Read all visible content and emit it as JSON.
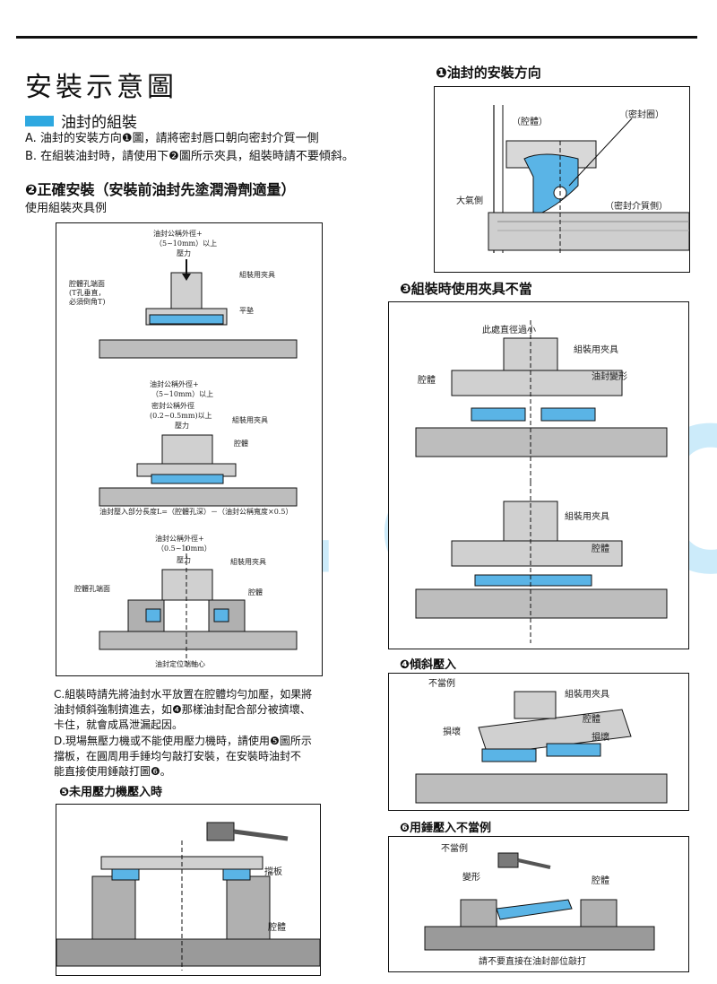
{
  "header": {
    "title": "安裝示意圖",
    "section_title": "油封的組裝",
    "line_a": "A. 油封的安裝方向❶圖，請將密封唇口朝向密封介質一側",
    "line_b": "B. 在組裝油封時，請使用下❷圖所示夾具，組裝時請不要傾斜。",
    "h2": "❷正確安裝（安裝前油封先塗潤滑劑適量）",
    "h2_sub": "使用組裝夾具例"
  },
  "fig1": {
    "title": "❶油封的安裝方向",
    "labels": {
      "housing": "（腔體）",
      "ring": "（密封圈）",
      "air_side": "大氣側",
      "medium_side": "（密封介質側）"
    }
  },
  "fig2": {
    "labels": {
      "d1_line1": "油封公稱外徑+",
      "d1_line2": "（5~10mm）以上",
      "press1": "壓力",
      "chamfer_line1": "腔體孔端面",
      "chamfer_line2": "(T孔垂直，",
      "chamfer_line3": "必須倒角T)",
      "jig1": "組裝用夾具",
      "flat": "平墊",
      "d2_line1": "油封公稱外徑+",
      "d2_line2": "（5~10mm）以上",
      "d3_line1": "密封公稱外徑",
      "d3_line2": "(0.2~0.5mm)以上",
      "press2": "壓力",
      "jig2": "組裝用夾具",
      "housing2": "腔體",
      "formula": "油封壓入部分長度L=（腔體孔深）－（油封公稱寬度×0.5）",
      "d4_line1": "油封公稱外徑+",
      "d4_line2": "（0.5~10mm）",
      "press3": "壓力",
      "jig3": "組裝用夾具",
      "bore_end": "腔體孔端面",
      "housing3": "腔體",
      "axis": "油封定位端軸心"
    }
  },
  "fig3": {
    "title": "❸組裝時使用夾具不當",
    "labels": {
      "top": "此處直徑過小",
      "jig_a": "組裝用夾具",
      "housing_a": "腔體",
      "deform": "油封變形",
      "jig_b": "組裝用夾具",
      "housing_b": "腔體"
    }
  },
  "fig4": {
    "title": "❹傾斜壓入",
    "labels": {
      "bad": "不當例",
      "jig": "組裝用夾具",
      "housing": "腔體",
      "damage_l": "損壞",
      "damage_r": "損壞"
    }
  },
  "paragraphs": {
    "c1": "C.組裝時請先將油封水平放置在腔體均勻加壓，如果將",
    "c2": "油封傾斜強制擠進去，如❹那樣油封配合部分被擠壞、",
    "c3": "卡住，就會成爲泄漏起因。",
    "d1": "D.現場無壓力機或不能使用壓力機時，請使用❺圖所示",
    "d2": "擋板，在圓周用手錘均勻敲打安裝，在安裝時油封不",
    "d3": "能直接使用錘敲打圖❻。"
  },
  "fig5": {
    "title": "❺未用壓力機壓入時",
    "labels": {
      "plate": "擋板",
      "housing": "腔體"
    }
  },
  "fig6": {
    "title": "❻用錘壓入不當例",
    "labels": {
      "bad": "不當例",
      "deform": "變形",
      "housing": "腔體",
      "caption": "請不要直接在油封部位敲打"
    }
  },
  "watermark": "H.T. & SOG",
  "colors": {
    "accent": "#2ea8e0",
    "seal": "#5ab4e6",
    "gray": "#b8b8b8",
    "dark": "#7a7a7a"
  }
}
